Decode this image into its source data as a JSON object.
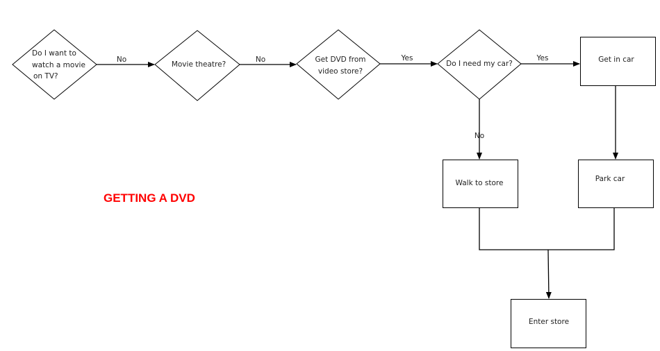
{
  "title": {
    "text": "GETTING A DVD",
    "color": "#ff0000"
  },
  "nodes": {
    "want_movie": {
      "lines": [
        "Do I want to",
        "watch a movie",
        "on TV?"
      ]
    },
    "movie_theatre": {
      "lines": [
        "Movie theatre?"
      ]
    },
    "get_dvd": {
      "lines": [
        "Get DVD from",
        "video store?"
      ]
    },
    "need_car": {
      "lines": [
        "Do I need my car?"
      ]
    },
    "get_in_car": {
      "lines": [
        "Get in car"
      ]
    },
    "walk_to_store": {
      "lines": [
        "Walk to store"
      ]
    },
    "park_car": {
      "lines": [
        "Park car"
      ]
    },
    "enter_store": {
      "lines": [
        "Enter store"
      ]
    }
  },
  "edges": {
    "want_to_theatre": "No",
    "theatre_to_dvd": "No",
    "dvd_to_car": "Yes",
    "car_to_getin": "Yes",
    "car_to_walk": "No"
  }
}
